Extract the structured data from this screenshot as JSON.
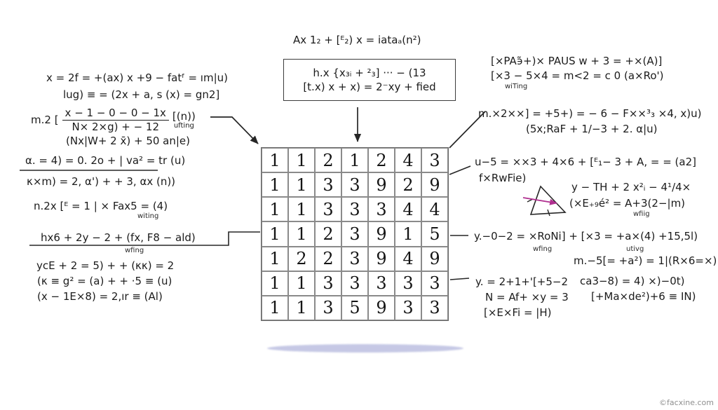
{
  "colors": {
    "ink": "#1b1b1b",
    "accent_magenta": "#b03090",
    "shadow": "#c3c6e4"
  },
  "watermark": "©facxine.com",
  "top": {
    "line1": "Ax 1₂  +  [ᴱ₂) x  =  iataₐ(n²)",
    "box_line1": "h.x {x₃ᵢ + ²₃]  ··· − (13",
    "box_line2": "[t.x) x  + x) = 2⁻xy + fied"
  },
  "left": {
    "eq1": "x = 2f = +(ax)  x +9 − fatᶠ = ım|u)",
    "eq2": "lug) ≡ = (2x + a, s (x) = gn2]",
    "f_prefix": "m.2 [",
    "f_num": "x − 1 − 0 − 0 − 1x",
    "f_den": "N× 2×g) + − 12",
    "f_suffix": "[(n))",
    "f_sub": "ufting",
    "eq3": "(Nx|W+ 2 x̄) + 50 an|e)",
    "eq4": "α. = 4) = 0. 2o + | va² = tr (u)",
    "eq5": "κ×m) = 2, α') + + 3, αx (n))",
    "eq6": "n.2x [ᴱ = 1 |  ×  Fax5 = (4)",
    "eq6_sub": "witing",
    "eq7": "hx6 + 2y − 2 + (fx, F8 − ald)",
    "eq7_sub": "wfing",
    "eq8": "ycE + 2 = 5) + + (κκ)  = 2",
    "eq9": "(κ ≡ g² = (a) + + ·5 ≡ (u)",
    "eq10": "(x − 1E×8)  =  2,ır ≡ (Al)"
  },
  "right": {
    "eq1": "[×PA϶̃+)× PAUS  w + 3 = +×(A)]",
    "eq2": "[×3 − 5×4  = m<2  = c  0  (a×Ro')",
    "eq2_sub": "wiTing",
    "eq3": "m.×2××]   = +5+) = − 6 − F××³₃ ×4, x)u)",
    "eq4": "(5x;RaF  +  1/−3  +  2. α|u)",
    "eq5": "u−5 = ××3 + 4×6 + [ᴱ₁− 3  +  A, = = (a2]",
    "eq6": "f×RwFie)",
    "eq7": "y − TH + 2 x²ᵢ − 4¹/4×",
    "eq8": "(×E₊₉é² = A+3(2−|m)",
    "eq8_sub": "wfiig",
    "eq9": "y.−0−2  =  ×RoNi] +  [×3 = +a×(4) +15,5l)",
    "eq9_sub1": "wfing",
    "eq9_sub2": "utivg",
    "eq10": "m.−5[= +a²) = 1|(R×6=×)",
    "eq11": "y. = 2+1+'[+5−2",
    "eq12": "N = Af+ ×y = 3",
    "eq13": "[×E×Fi = |H)",
    "eq14": "ca3−8) = 4) ×)−0t)",
    "eq15": "[+Ma×de²)+6 ≡ IN)"
  },
  "grid": {
    "rows": [
      [
        1,
        1,
        2,
        1,
        2,
        4,
        3
      ],
      [
        1,
        1,
        3,
        3,
        9,
        2,
        9
      ],
      [
        1,
        1,
        3,
        3,
        3,
        4,
        4
      ],
      [
        1,
        1,
        2,
        3,
        9,
        1,
        5
      ],
      [
        1,
        2,
        2,
        3,
        9,
        4,
        9
      ],
      [
        1,
        1,
        3,
        3,
        3,
        3,
        3
      ],
      [
        1,
        1,
        3,
        5,
        9,
        3,
        3
      ]
    ]
  }
}
